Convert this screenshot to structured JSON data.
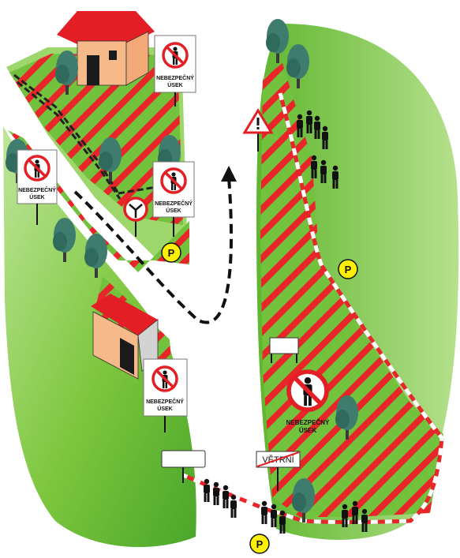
{
  "signs": {
    "danger_line1": "NEBEZPEČNÝ",
    "danger_line2": "ÚSEK",
    "parking": "P",
    "vetrni": "VĚTRNÍ"
  },
  "colors": {
    "green_dark": "#6cc23a",
    "green_light": "#b8e08a",
    "stripe_red": "#e8262a",
    "roof_red": "#e31e24",
    "wall_peach": "#f6b98a",
    "tree": "#3e7d6e",
    "parking_yellow": "#ffef00"
  }
}
